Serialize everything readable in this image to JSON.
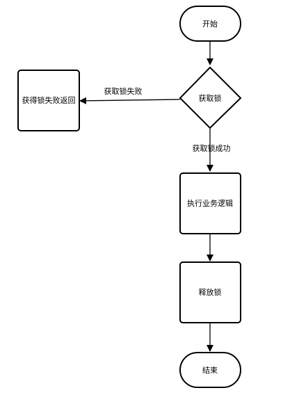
{
  "diagram": {
    "nodes": {
      "start": {
        "label": "开始",
        "shape": "terminal"
      },
      "acquire_lock": {
        "label": "获取锁",
        "shape": "decision"
      },
      "acquire_fail_return": {
        "label": "获得锁失败返回",
        "shape": "process"
      },
      "execute_business_logic": {
        "label": "执行业务逻辑",
        "shape": "process"
      },
      "release_lock": {
        "label": "释放锁",
        "shape": "process"
      },
      "end": {
        "label": "结束",
        "shape": "terminal"
      }
    },
    "edges": {
      "start_to_acquire": {
        "from": "start",
        "to": "acquire_lock",
        "label": ""
      },
      "acquire_fail": {
        "from": "acquire_lock",
        "to": "acquire_fail_return",
        "label": "获取锁失败"
      },
      "acquire_success": {
        "from": "acquire_lock",
        "to": "execute_business_logic",
        "label": "获取锁成功"
      },
      "execute_to_release": {
        "from": "execute_business_logic",
        "to": "release_lock",
        "label": ""
      },
      "release_to_end": {
        "from": "release_lock",
        "to": "end",
        "label": ""
      }
    }
  }
}
